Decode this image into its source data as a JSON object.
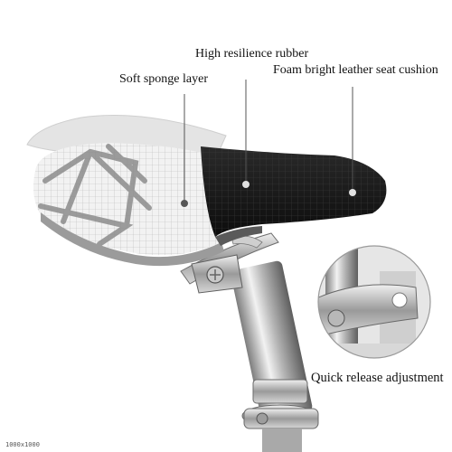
{
  "image": {
    "labels": {
      "high_resilience_rubber": "High resilience rubber",
      "foam_leather_cushion": "Foam bright leather seat cushion",
      "soft_sponge_layer": "Soft sponge layer",
      "quick_release": "Quick release adjustment"
    },
    "watermark": "1000x1000",
    "colors": {
      "cushion_black": "#151515",
      "cushion_white": "#ececec",
      "pattern_grey": "#8a8a8a",
      "chrome": "#c8c8c8",
      "callout_line": "#555555"
    }
  }
}
